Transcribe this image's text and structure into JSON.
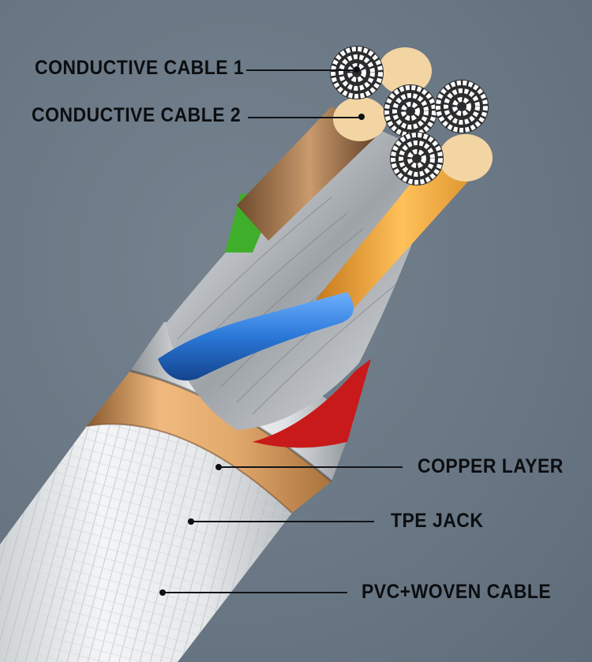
{
  "diagram": {
    "subject": "Braided charging cable cross-section",
    "callouts": [
      {
        "id": "conductive-cable-1",
        "text": "CONDUCTIVE CABLE 1"
      },
      {
        "id": "conductive-cable-2",
        "text": "CONDUCTIVE CABLE 2"
      },
      {
        "id": "copper-layer",
        "text": "COPPER LAYER"
      },
      {
        "id": "tpe-jack",
        "text": "TPE JACK"
      },
      {
        "id": "pvc-woven-cable",
        "text": "PVC+WOVEN CABLE"
      }
    ],
    "colors": {
      "background": "#6b7886",
      "label_text": "#0b0d10",
      "braid": "#eef0f1",
      "tpe_band": "#d8a169",
      "copper_band": "#e9ecee",
      "wire_blue": "#2a78d8",
      "wire_red": "#c81a1a",
      "wire_green": "#3fae2a",
      "wire_orange": "#f4a93a",
      "copper_core": "#f3d5a3",
      "silver_strand": "#c9cdd1"
    }
  }
}
